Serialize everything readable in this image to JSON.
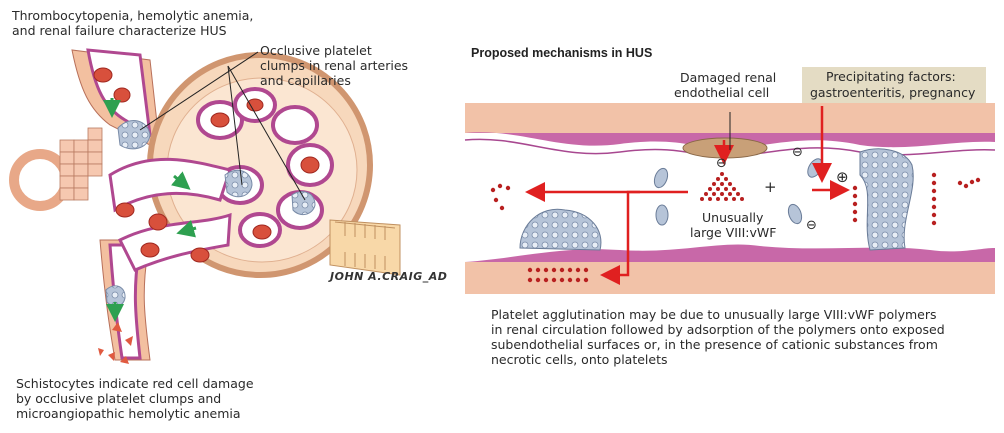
{
  "left_panel": {
    "top_caption": [
      "Thrombocytopenia, hemolytic anemia,",
      "and renal failure characterize HUS"
    ],
    "occlusive_label": [
      "Occlusive platelet",
      "clumps in renal arteries",
      "and capillaries"
    ],
    "bottom_caption": [
      "Schistocytes indicate red cell damage",
      "by occlusive platelet clumps and",
      "microangiopathic hemolytic anemia"
    ],
    "signature": "JOHN A.CRAIG_AD"
  },
  "right_panel": {
    "heading": "Proposed mechanisms in HUS",
    "damaged_label": [
      "Damaged renal",
      "endothelial cell"
    ],
    "factors_box": [
      "Precipitating factors:",
      "gastroenteritis, pregnancy"
    ],
    "vwf_label": [
      "Unusually",
      "large VIII:vWF"
    ],
    "plus_sign": "+",
    "plus_circle": "⊕",
    "minus_circle": "⊖",
    "caption": [
      "Platelet agglutination may be due to unusually large VIII:vWF polymers",
      "in renal circulation followed by adsorption of the polymers onto exposed",
      "subendothelial surfaces or, in the presence of cationic substances from",
      "necrotic cells, onto platelets"
    ]
  },
  "colors": {
    "vessel_wall": "#f2c2a8",
    "endothelium": "#c868a8",
    "red_arrow": "#e02020",
    "platelet": "#a8b8d0",
    "vwf_dots": "#b82020",
    "factor_box": "#e4dcc4"
  }
}
